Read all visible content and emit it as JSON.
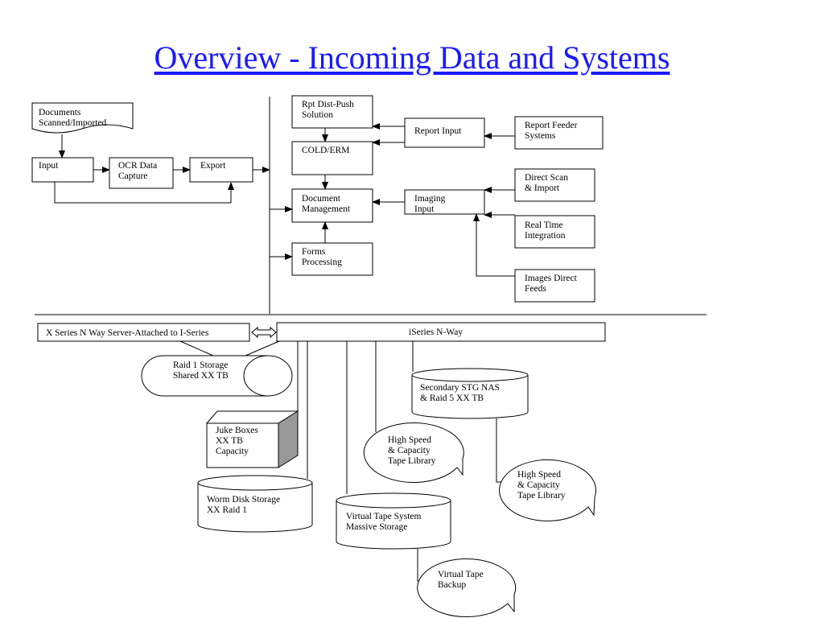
{
  "title": "Overview - Incoming Data and Systems",
  "nodes": {
    "documents_scanned": [
      "Documents",
      "Scanned/Imported"
    ],
    "input": [
      "Input"
    ],
    "ocr": [
      "OCR Data",
      "Capture"
    ],
    "export": [
      "Export"
    ],
    "rpt_dist": [
      "Rpt Dist-Push",
      "Solution"
    ],
    "cold_erm": [
      "COLD/ERM"
    ],
    "document_management": [
      "Document",
      "Management"
    ],
    "forms_processing": [
      "Forms",
      "Processing"
    ],
    "report_input": [
      "Report Input"
    ],
    "report_feeder": [
      "Report  Feeder",
      "Systems"
    ],
    "imaging_input": [
      "Imaging",
      "Input"
    ],
    "direct_scan": [
      "Direct Scan",
      "& Import"
    ],
    "real_time": [
      "Real Time",
      "Integration"
    ],
    "images_direct": [
      "Images Direct",
      "Feeds"
    ],
    "x_series": [
      "X Series N Way Server-Attached to I-Series"
    ],
    "iseries": [
      "iSeries N-Way"
    ],
    "raid1": [
      "Raid 1 Storage",
      "Shared XX TB"
    ],
    "secondary_stg": [
      "Secondary STG NAS",
      "& Raid 5 XX TB"
    ],
    "juke_boxes": [
      "Juke Boxes",
      "XX TB",
      "Capacity"
    ],
    "high_speed_1": [
      "High Speed",
      "& Capacity",
      "Tape Library"
    ],
    "high_speed_2": [
      "High Speed",
      "& Capacity",
      "Tape Library"
    ],
    "worm_disk": [
      "Worm Disk Storage",
      "XX Raid 1"
    ],
    "virtual_tape_system": [
      "Virtual Tape System",
      "Massive Storage"
    ],
    "virtual_tape_backup": [
      "Virtual Tape",
      "Backup"
    ]
  },
  "colors": {
    "title": "#1a1aff",
    "line": "#000000",
    "cube_side": "#999999"
  }
}
